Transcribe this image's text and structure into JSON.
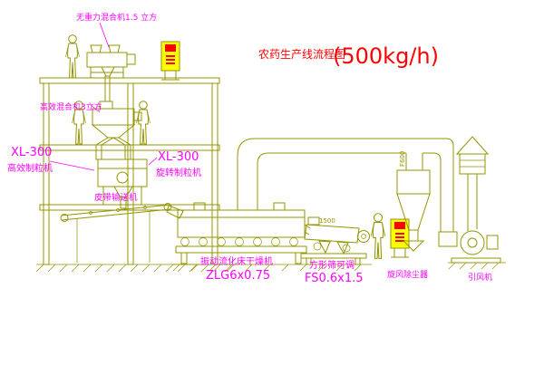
{
  "title": {
    "name": "农药生产线流程图",
    "capacity": "(500kg/h)"
  },
  "labels": {
    "mixer_top": "无重力混合机1.5 立方",
    "mixer_high": "高效混合机3立方",
    "granulator_left_model": "XL-300",
    "granulator_left_name": "高效制粒机",
    "granulator_right_model": "XL-300",
    "granulator_right_name": "旋转制粒机",
    "belt_conveyor": "皮带输送机",
    "dryer_name": "振动流化床干燥机",
    "dryer_model": "ZLG6x0.75",
    "sieve_name": "方形筛可调",
    "sieve_model": "FS0.6x1.5",
    "cyclone": "旋风除尘器",
    "fan": "引风机"
  },
  "annotations": {
    "duct_diameter": "F600",
    "sieve_dimension": "1500"
  },
  "colors": {
    "line": "#949400",
    "label": "#ff00ff",
    "title": "#ff0000",
    "panel_fill": "#ffff00",
    "panel_accent": "#ff0000",
    "background": "#ffffff"
  }
}
